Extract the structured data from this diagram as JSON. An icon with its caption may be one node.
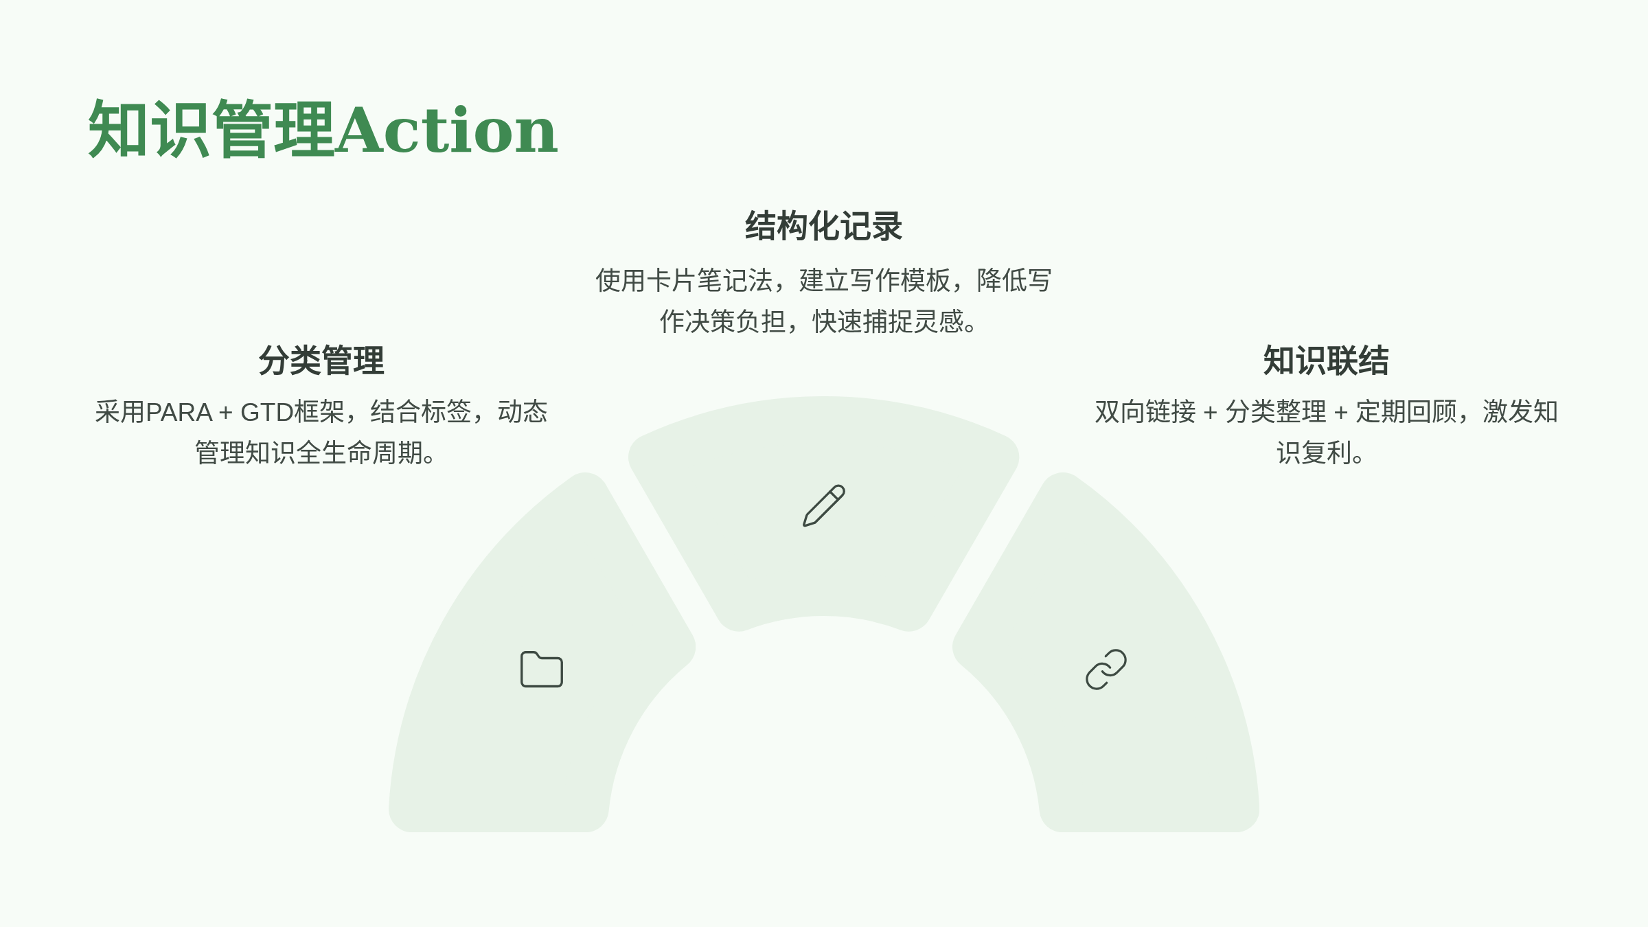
{
  "diagram": {
    "title": "知识管理Action",
    "nodes": [
      {
        "text": [
          "分类管理",
          "采用PARA + GTD框架，结合标签，动态管理知识全生命周期。"
        ]
      },
      {
        "text": [
          "结构化记录",
          "使用卡片笔记法，建立写作模板，降低写作决策负担，快速捕捉灵感。"
        ]
      },
      {
        "text": [
          "知识联结",
          "双向链接 + 分类整理 + 定期回顾，激发知识复利。"
        ]
      }
    ]
  }
}
